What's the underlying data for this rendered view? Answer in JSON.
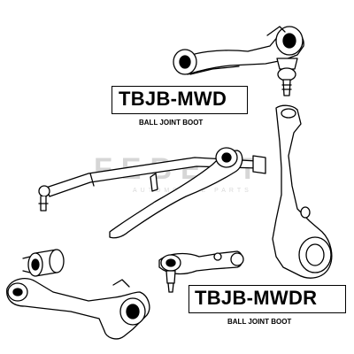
{
  "watermark": {
    "brand": "FEBEST",
    "tagline": "AUTOMOTIVE PARTS"
  },
  "labels": [
    {
      "code": "TBJB-MWD",
      "description": "BALL JOINT BOOT"
    },
    {
      "code": "TBJB-MWDR",
      "description": "BALL JOINT BOOT"
    }
  ],
  "icons": [
    "upper-control-arm-icon",
    "ball-joint-icon",
    "tie-rod-icon",
    "steering-knuckle-icon",
    "stabilizer-link-icon",
    "lower-control-arm-icon",
    "bushing-icon"
  ],
  "colors": {
    "ink": "#000000",
    "background": "#ffffff",
    "watermark": "#d6d6d6"
  }
}
